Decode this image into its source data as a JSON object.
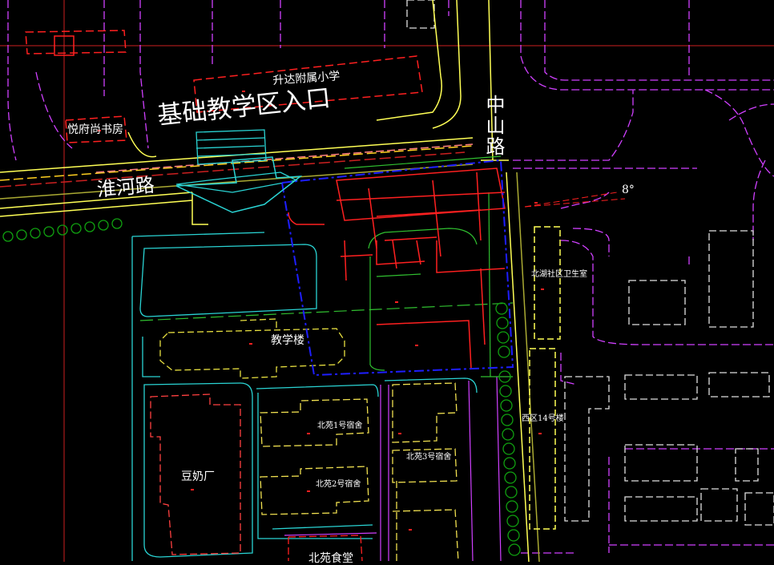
{
  "labels": {
    "entrance": "基础教学区入口",
    "huaihe_road": "淮河路",
    "zhongshan_road": "中山路",
    "primary_school": "升达附属小学",
    "bookstore": "悦府尚书房",
    "teaching_building": "教学楼",
    "soy_milk_factory": "豆奶厂",
    "dorm_north_1": "北苑1号宿舍",
    "dorm_north_2": "北苑2号宿舍",
    "dorm_north_3": "北苑3号宿舍",
    "canteen_north": "北苑食堂",
    "clinic": "北湖社区卫生室",
    "west_14": "西区14号楼",
    "angle": "8°"
  },
  "colors": {
    "background": "#000000",
    "site_boundary": "#1e1eff",
    "road_edge": "#ffff55",
    "building_red": "#ff2020",
    "cyan_outline": "#2ad4d4",
    "magenta_outline": "#d040ff",
    "white_dashed": "#e0e0e0",
    "green_trees": "#10a010",
    "axis_line": "#cc2020"
  }
}
